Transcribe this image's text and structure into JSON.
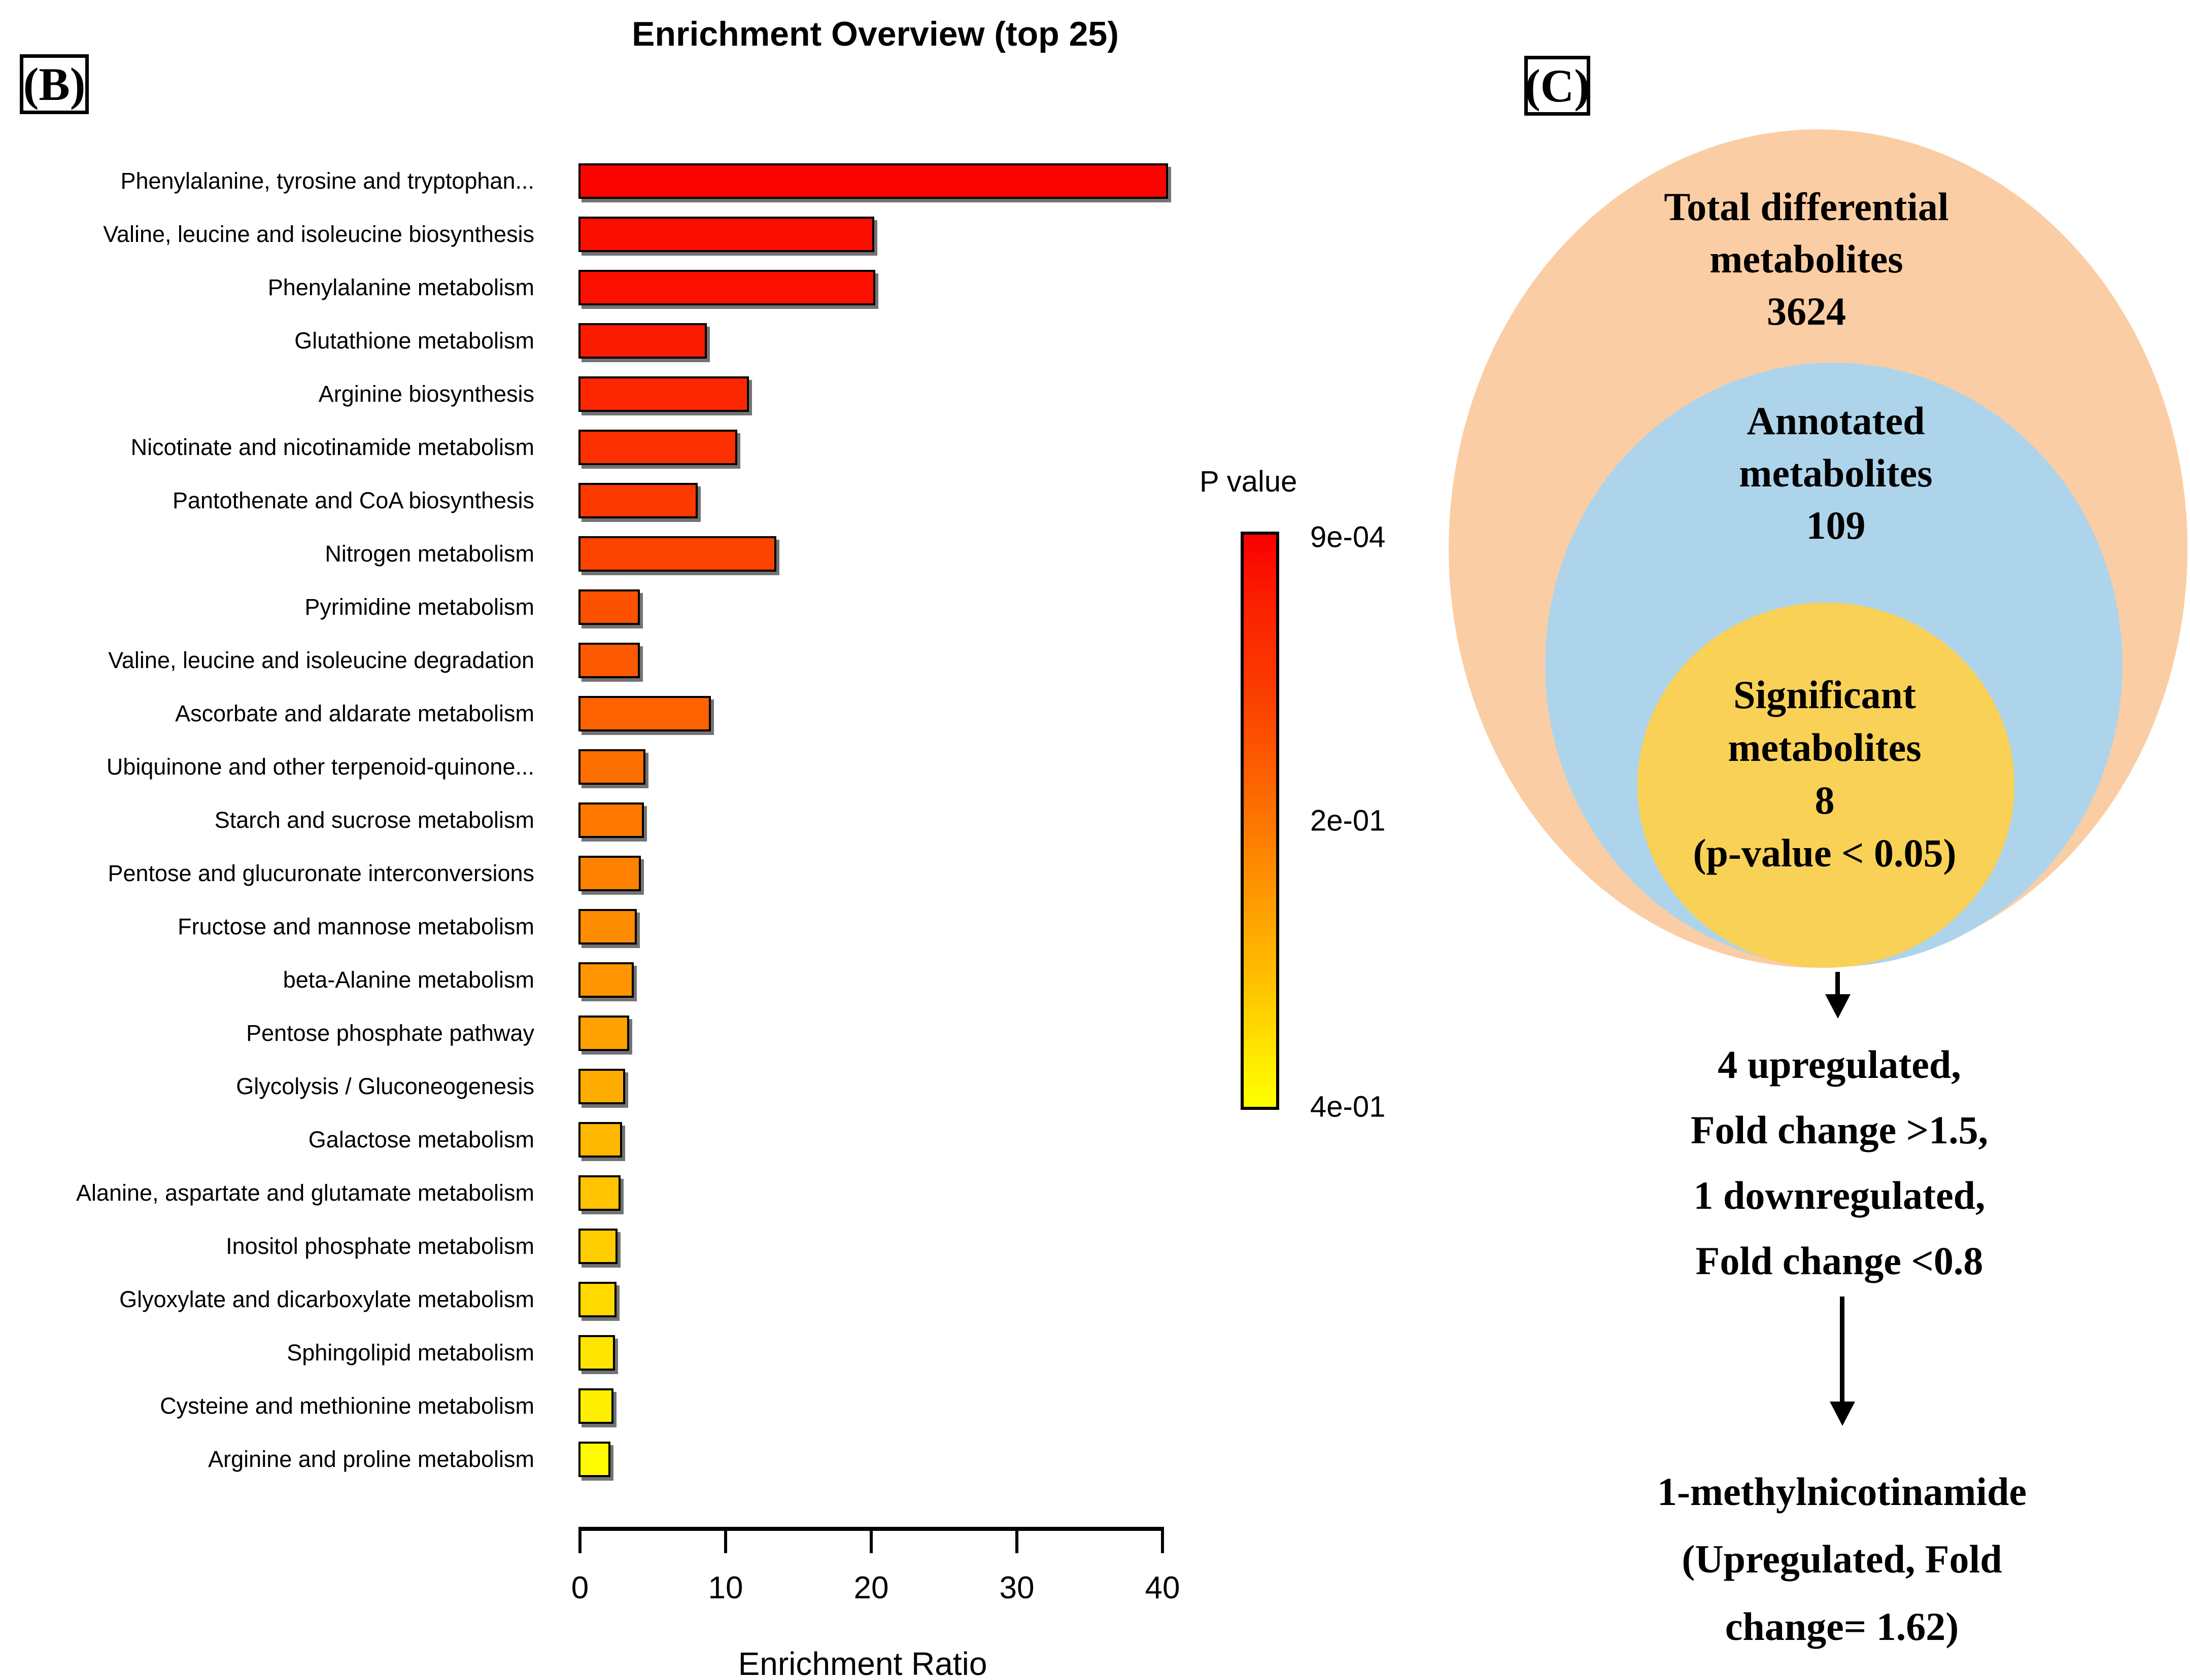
{
  "panel_b": {
    "label": "(B)",
    "title": "Enrichment Overview (top 25)",
    "legend": {
      "title": "P value",
      "ticks": [
        "9e-04",
        "2e-01",
        "4e-01"
      ],
      "top_color": "#f90000",
      "bottom_color": "#ffff00"
    }
  },
  "chart_data": {
    "type": "bar",
    "orientation": "horizontal",
    "title": "Enrichment Overview (top 25)",
    "xlabel": "Enrichment Ratio",
    "xlim": [
      0,
      40
    ],
    "x_ticks": [
      0,
      10,
      20,
      30,
      40
    ],
    "grid": false,
    "colorbar": {
      "label": "P value",
      "tick_labels": [
        "9e-04",
        "2e-01",
        "4e-01"
      ],
      "scale": "red-high-significance to yellow-low-significance"
    },
    "categories": [
      "Phenylalanine, tyrosine and tryptophan...",
      "Valine, leucine and isoleucine biosynthesis",
      "Phenylalanine metabolism",
      "Glutathione metabolism",
      "Arginine biosynthesis",
      "Nicotinate and nicotinamide metabolism",
      "Pantothenate and CoA biosynthesis",
      "Nitrogen metabolism",
      "Pyrimidine metabolism",
      "Valine, leucine and isoleucine degradation",
      "Ascorbate and aldarate metabolism",
      "Ubiquinone and other terpenoid-quinone...",
      "Starch and sucrose metabolism",
      "Pentose and glucuronate interconversions",
      "Fructose and mannose metabolism",
      "beta-Alanine metabolism",
      "Pentose phosphate pathway",
      "Glycolysis / Gluconeogenesis",
      "Galactose metabolism",
      "Alanine, aspartate and glutamate metabolism",
      "Inositol phosphate metabolism",
      "Glyoxylate and dicarboxylate metabolism",
      "Sphingolipid metabolism",
      "Cysteine and methionine metabolism",
      "Arginine and proline metabolism"
    ],
    "values": [
      40.5,
      20.3,
      20.4,
      8.8,
      11.7,
      10.9,
      8.2,
      13.6,
      4.2,
      4.2,
      9.1,
      4.6,
      4.5,
      4.3,
      4.0,
      3.8,
      3.5,
      3.2,
      3.0,
      2.9,
      2.7,
      2.6,
      2.5,
      2.4,
      2.2
    ],
    "bar_colors": [
      "#fa0300",
      "#fb0d00",
      "#fb0f00",
      "#fb1b00",
      "#fc2600",
      "#fc2f00",
      "#fc3900",
      "#fd4300",
      "#fd5100",
      "#fd5900",
      "#fe6100",
      "#fe6f00",
      "#fe7800",
      "#fe8200",
      "#fe8b00",
      "#ff9500",
      "#ffa100",
      "#ffac00",
      "#ffb800",
      "#ffc300",
      "#ffcd00",
      "#ffd900",
      "#ffe400",
      "#ffef00",
      "#fffa00"
    ]
  },
  "panel_c": {
    "label": "(C)",
    "circles": [
      {
        "name": "total",
        "color": "#fbcda4",
        "lines": [
          "Total differential",
          "metabolites",
          "3624"
        ]
      },
      {
        "name": "annotated",
        "color": "#aed4eb",
        "lines": [
          "Annotated",
          "metabolites",
          "109"
        ]
      },
      {
        "name": "significant",
        "color": "#f8d156",
        "lines": [
          "Significant",
          "metabolites",
          "8",
          "(p-value < 0.05)"
        ]
      }
    ],
    "flow_step_1": [
      "4 upregulated,",
      "Fold change >1.5,",
      "1 downregulated,",
      "Fold change <0.8"
    ],
    "flow_step_2": [
      "1-methylnicotinamide",
      "(Upregulated, Fold",
      "change= 1.62)"
    ]
  }
}
